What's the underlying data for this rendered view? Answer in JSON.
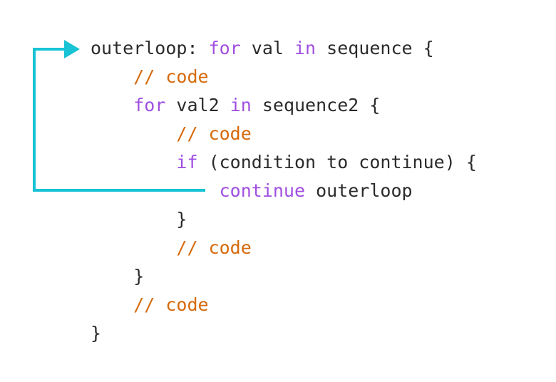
{
  "code": {
    "lines": [
      {
        "indent": "",
        "tokens": [
          {
            "t": "outerloop: ",
            "k": "tx"
          },
          {
            "t": "for",
            "k": "kw"
          },
          {
            "t": " val ",
            "k": "tx"
          },
          {
            "t": "in",
            "k": "kw"
          },
          {
            "t": " sequence {",
            "k": "tx"
          }
        ]
      },
      {
        "indent": "    ",
        "tokens": [
          {
            "t": "// code",
            "k": "cm"
          }
        ]
      },
      {
        "indent": "    ",
        "tokens": [
          {
            "t": "for",
            "k": "kw"
          },
          {
            "t": " val2 ",
            "k": "tx"
          },
          {
            "t": "in",
            "k": "kw"
          },
          {
            "t": " sequence2 {",
            "k": "tx"
          }
        ]
      },
      {
        "indent": "        ",
        "tokens": [
          {
            "t": "// code",
            "k": "cm"
          }
        ]
      },
      {
        "indent": "        ",
        "tokens": [
          {
            "t": "if",
            "k": "kw"
          },
          {
            "t": " (condition to continue) {",
            "k": "tx"
          }
        ]
      },
      {
        "indent": "            ",
        "tokens": [
          {
            "t": "continue",
            "k": "kw"
          },
          {
            "t": " outerloop",
            "k": "tx"
          }
        ]
      },
      {
        "indent": "        ",
        "tokens": [
          {
            "t": "}",
            "k": "tx"
          }
        ]
      },
      {
        "indent": "        ",
        "tokens": [
          {
            "t": "// code",
            "k": "cm"
          }
        ]
      },
      {
        "indent": "    ",
        "tokens": [
          {
            "t": "}",
            "k": "tx"
          }
        ]
      },
      {
        "indent": "    ",
        "tokens": [
          {
            "t": "// code",
            "k": "cm"
          }
        ]
      },
      {
        "indent": "",
        "tokens": [
          {
            "t": "}",
            "k": "tx"
          }
        ]
      }
    ]
  },
  "colors": {
    "keyword": "#a04fe0",
    "comment": "#d66a0c",
    "text": "#2b2b2b",
    "arrow": "#17c3d4"
  }
}
